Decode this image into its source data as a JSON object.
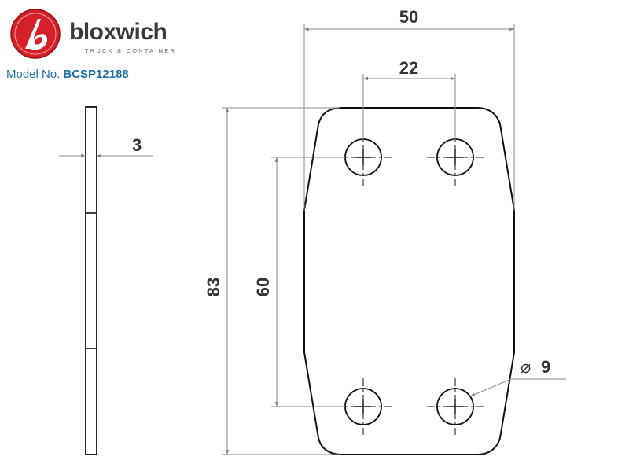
{
  "brand": {
    "name": "bloxwich",
    "tagline": "TRUCK & CONTAINER",
    "colors": {
      "logo_red": "#d62027",
      "text_dark": "#3a3a3a",
      "model_blue": "#1b6fa8"
    }
  },
  "model": {
    "label": "Model No.",
    "number": "BCSP12188"
  },
  "dimensions": {
    "overall_width": "50",
    "hole_spacing_horizontal": "22",
    "overall_height": "83",
    "hole_spacing_vertical": "60",
    "thickness": "3",
    "hole_diameter": "9",
    "diameter_symbol": "⌀"
  }
}
